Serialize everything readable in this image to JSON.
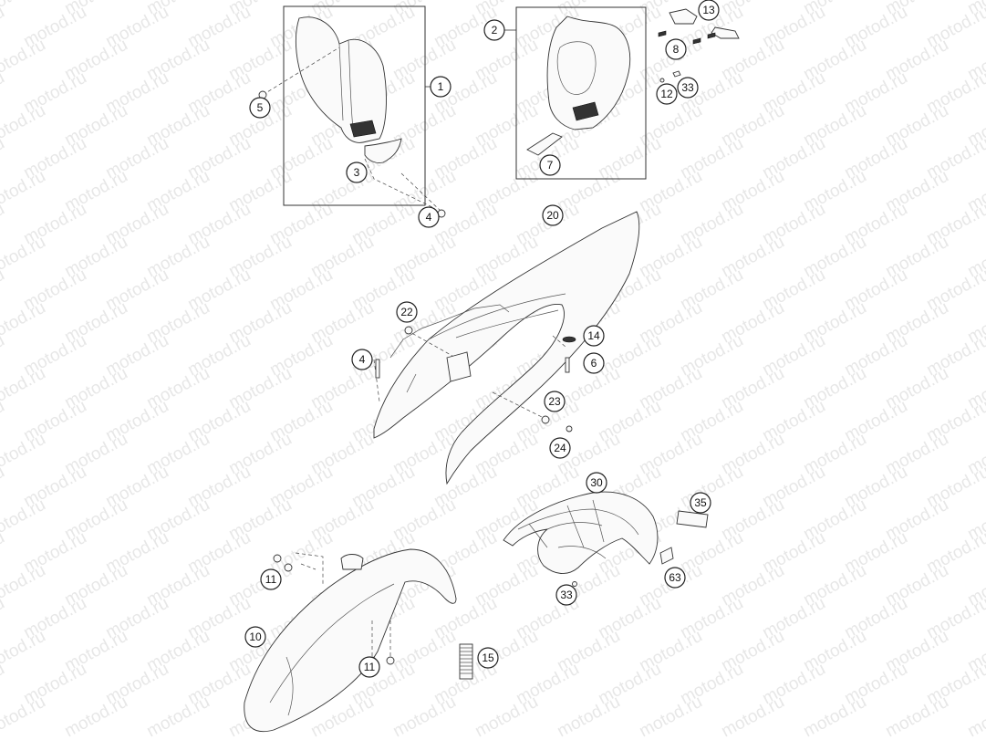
{
  "watermark": "motod.ru",
  "callouts": [
    {
      "id": "c1",
      "label": "1"
    },
    {
      "id": "c2",
      "label": "2"
    },
    {
      "id": "c3",
      "label": "3"
    },
    {
      "id": "c4a",
      "label": "4"
    },
    {
      "id": "c5",
      "label": "5"
    },
    {
      "id": "c7",
      "label": "7"
    },
    {
      "id": "c8",
      "label": "8"
    },
    {
      "id": "c12",
      "label": "12"
    },
    {
      "id": "c13",
      "label": "13"
    },
    {
      "id": "c33a",
      "label": "33"
    },
    {
      "id": "c20",
      "label": "20"
    },
    {
      "id": "c22",
      "label": "22"
    },
    {
      "id": "c4b",
      "label": "4"
    },
    {
      "id": "c14",
      "label": "14"
    },
    {
      "id": "c6",
      "label": "6"
    },
    {
      "id": "c23",
      "label": "23"
    },
    {
      "id": "c24",
      "label": "24"
    },
    {
      "id": "c30",
      "label": "30"
    },
    {
      "id": "c35",
      "label": "35"
    },
    {
      "id": "c63",
      "label": "63"
    },
    {
      "id": "c33b",
      "label": "33"
    },
    {
      "id": "c11a",
      "label": "11"
    },
    {
      "id": "c10",
      "label": "10"
    },
    {
      "id": "c11b",
      "label": "11"
    },
    {
      "id": "c15",
      "label": "15"
    }
  ]
}
